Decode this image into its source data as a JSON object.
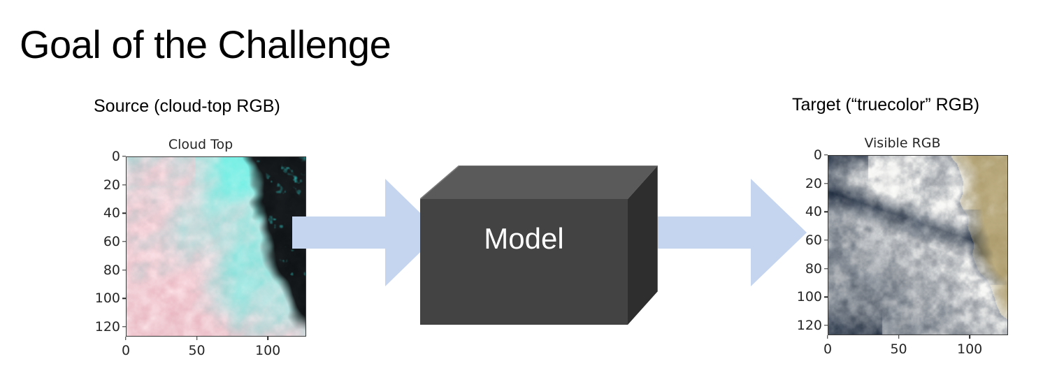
{
  "slide": {
    "title": "Goal of the Challenge",
    "background": "#ffffff"
  },
  "captions": {
    "source": "Source (cloud-top RGB)",
    "target": "Target (“truecolor” RGB)"
  },
  "panels": [
    {
      "id": "source",
      "title": "Cloud Top",
      "xticks": [
        "0",
        "50",
        "100"
      ],
      "xtick_values": [
        0,
        50,
        100
      ],
      "yticks": [
        "0",
        "20",
        "40",
        "60",
        "80",
        "100",
        "120"
      ],
      "ytick_values": [
        0,
        20,
        40,
        60,
        80,
        100,
        120
      ],
      "xlim": [
        0,
        127
      ],
      "ylim": [
        127,
        0
      ],
      "image_kind": "cloud-top-false-color",
      "palette": {
        "cyan": "#7df0e6",
        "pale_cyan": "#bdf4ee",
        "pink": "#ffb3c0",
        "pale_pink": "#ffd9e0",
        "dark": "#1b1f22",
        "near_black": "#0d1012",
        "teal_speck": "#35e4e0"
      }
    },
    {
      "id": "target",
      "title": "Visible RGB",
      "xticks": [
        "0",
        "50",
        "100"
      ],
      "xtick_values": [
        0,
        50,
        100
      ],
      "yticks": [
        "0",
        "20",
        "40",
        "60",
        "80",
        "100",
        "120"
      ],
      "ytick_values": [
        0,
        20,
        40,
        60,
        80,
        100,
        120
      ],
      "xlim": [
        0,
        127
      ],
      "ylim": [
        127,
        0
      ],
      "image_kind": "visible-truecolor",
      "palette": {
        "cloud_white": "#f2f2f0",
        "cloud_gray": "#b9bcc0",
        "ocean_navy": "#1b2b42",
        "ocean_deep": "#101c2e",
        "land_tan": "#a89868",
        "land_light": "#c3b48a"
      }
    }
  ],
  "model": {
    "label": "Model",
    "front_color": "#434343",
    "top_color": "#5a5a5a",
    "side_color": "#2e2e2e",
    "edge_color": "#7a7a7a",
    "text_color": "#ffffff"
  },
  "arrows": [
    {
      "id": "left",
      "direction": "right",
      "color": "#c5d4ef"
    },
    {
      "id": "right",
      "direction": "right",
      "color": "#c5d4ef"
    }
  ],
  "chart_data": {
    "type": "heatmap",
    "title": "Goal of the Challenge",
    "panel_count": 2,
    "panels": [
      {
        "title": "Cloud Top",
        "xlabel": "",
        "ylabel": "",
        "x": [
          0,
          50,
          100
        ],
        "y": [
          0,
          20,
          40,
          60,
          80,
          100,
          120
        ],
        "xlim": [
          0,
          127
        ],
        "ylim": [
          127,
          0
        ],
        "grid": false,
        "legend": "none",
        "description": "128x128 false-color cloud-top RGB raster: broad bright cyan cloud mass sweeping from lower-left to upper-right, pink/salmon mottled low-cloud bands along the left and bottom, near-black cloud-free region in the upper-right corner with teal speckles."
      },
      {
        "title": "Visible RGB",
        "xlabel": "",
        "ylabel": "",
        "x": [
          0,
          50,
          100
        ],
        "y": [
          0,
          20,
          40,
          60,
          80,
          100,
          120
        ],
        "xlim": [
          0,
          127
        ],
        "ylim": [
          127,
          0
        ],
        "grid": false,
        "legend": "none",
        "description": "128x128 truecolor visible RGB raster of the same scene: bright white textured stratocumulus deck across the center, dark navy ocean visible through gaps on the left and along a diagonal band, khaki/tan land surface in the upper-right and right edge."
      }
    ]
  }
}
